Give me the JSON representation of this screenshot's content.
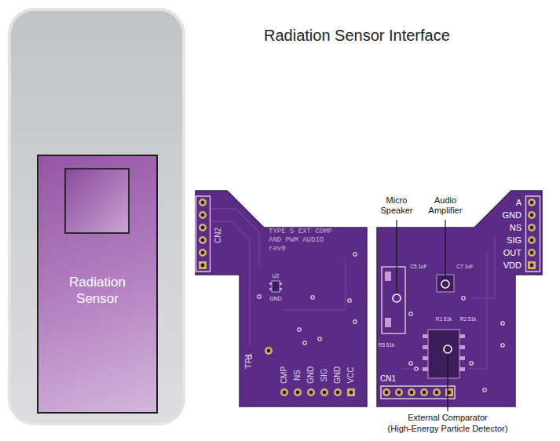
{
  "diagram": {
    "title": "Radiation Sensor Interface",
    "nodes": [
      {
        "text": [
          "Radiation Sensor"
        ]
      }
    ],
    "labels": [
      "CN2",
      "TYPE 5 EXT COMP AND PWM AUDIO rev0",
      "U2",
      "GND",
      "TP1",
      "CMP",
      "NS",
      "GND",
      "SIG",
      "GND",
      "VCC",
      "Micro Speaker",
      "Audio Amplifier",
      "A",
      "GND",
      "NS",
      "SIG",
      "OUT",
      "VDD",
      "R1 51k",
      "R2 51k",
      "C7 1uF",
      "C5 1uF",
      "R5 51k",
      "CN1",
      "External Comparator",
      "(High-Energy Particle Detector)"
    ]
  }
}
